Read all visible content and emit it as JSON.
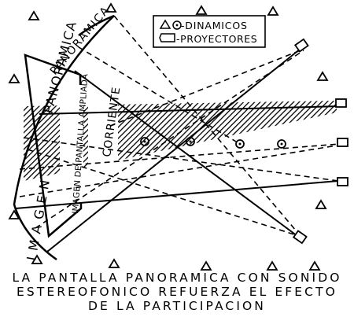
{
  "legend": {
    "dinamicos_label": "-DINAMICOS",
    "proyectores_label": "-PROYECTORES",
    "dinamicos_icon": "triangle-speaker-and-circle-speaker-icons",
    "proyectores_icon": "projector-box-icon"
  },
  "labels": {
    "arc_panoramica": "PANORAMICA",
    "panoramica_screen": "PANORAMICA",
    "imagen_vertical": "IMAGEN",
    "imagen_ampliada": "IMAGEN DE PANTALLA AMPLIADA",
    "corriente": "CORRIENTE"
  },
  "caption": {
    "line1": "LA PANTALLA PANORAMICA CON SONIDO",
    "line2": "ESTEREOFONICO REFUERZA EL EFECTO",
    "line3": "DE LA PARTICIPACION"
  },
  "colors": {
    "ink": "#000000",
    "paper": "#ffffff"
  }
}
